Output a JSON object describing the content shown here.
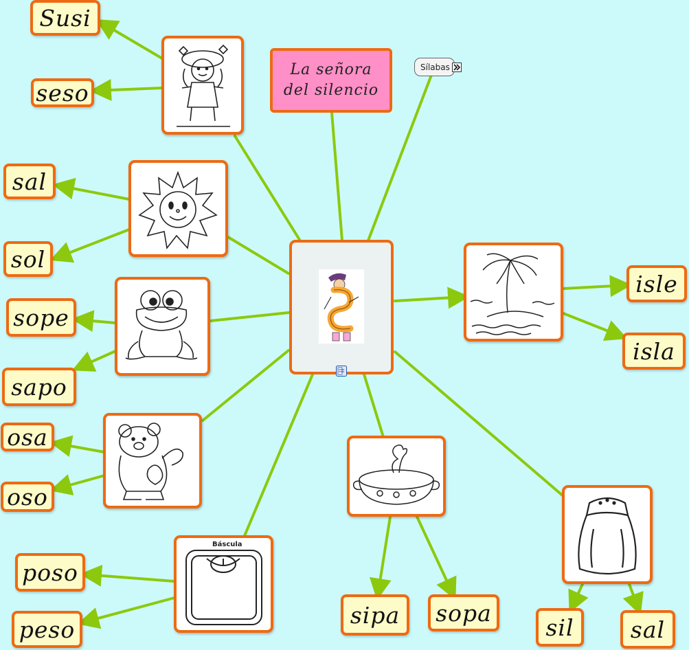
{
  "title": "La señora del silencio",
  "link_label": "Sílabas",
  "colors": {
    "background": "#ccfafa",
    "connector": "#8cc90e",
    "border": "#ee6a12",
    "word_fill": "#fdfbc7",
    "title_fill": "#ff8fc7"
  },
  "words": {
    "susi": "Susi",
    "seso": "seso",
    "sal_left": "sal",
    "sol": "sol",
    "sope": "sope",
    "sapo": "sapo",
    "osa": "osa",
    "oso": "oso",
    "poso": "poso",
    "peso": "peso",
    "sipa": "sipa",
    "sopa": "sopa",
    "sil": "sil",
    "sal_right": "sal",
    "isle": "isle",
    "isla": "isla"
  },
  "scale_caption": "Báscula",
  "icons": [
    "girl-picture",
    "sun-picture",
    "frog-picture",
    "bear-picture",
    "scale-picture",
    "soup-pot-picture",
    "salt-shaker-picture",
    "island-picture",
    "letter-s-character-picture",
    "note-icon",
    "expand-arrow-icon"
  ]
}
